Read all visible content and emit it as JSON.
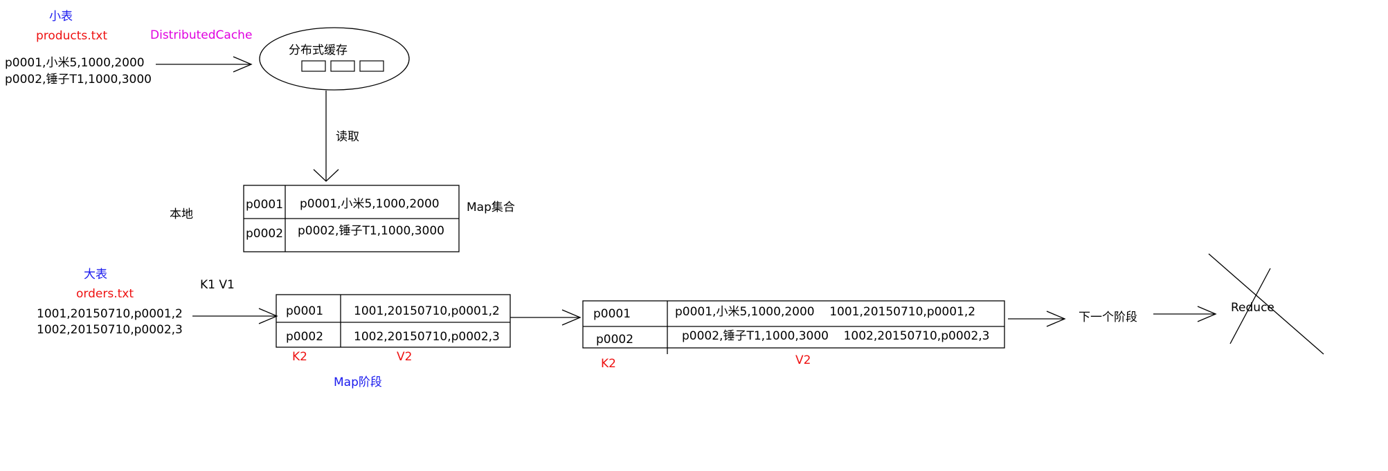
{
  "colors": {
    "label_blue": "#1a1aee",
    "label_red": "#ee1111",
    "label_magenta": "#e000e0",
    "line": "#000000"
  },
  "small_table": {
    "title": "小表",
    "file": "products.txt",
    "lines": [
      "p0001,小米5,1000,2000",
      "p0002,锤子T1,1000,3000"
    ]
  },
  "cache": {
    "label": "DistributedCache",
    "text": "分布式缓存",
    "read_label": "读取"
  },
  "local": {
    "label": "本地",
    "map_label": "Map集合",
    "rows": [
      {
        "key": "p0001",
        "value": "p0001,小米5,1000,2000"
      },
      {
        "key": "p0002",
        "value": "p0002,锤子T1,1000,3000"
      }
    ]
  },
  "big_table": {
    "title": "大表",
    "file": "orders.txt",
    "lines": [
      "1001,20150710,p0001,2",
      "1002,20150710,p0002,3"
    ]
  },
  "map_stage": {
    "kv_label": "K1  V1",
    "rows": [
      {
        "key": "p0001",
        "value": "1001,20150710,p0001,2"
      },
      {
        "key": "p0002",
        "value": "1002,20150710,p0002,3"
      }
    ],
    "k2_label": "K2",
    "v2_label": "V2",
    "stage_label": "Map阶段"
  },
  "join_result": {
    "rows": [
      {
        "key": "p0001",
        "value": "p0001,小米5,1000,2000    1001,20150710,p0001,2"
      },
      {
        "key": "p0002",
        "value": "p0002,锤子T1,1000,3000    1002,20150710,p0002,3"
      }
    ],
    "k2_label": "K2",
    "v2_label": "V2"
  },
  "next": {
    "label": "下一个阶段",
    "reduce_label": "Reduce"
  }
}
